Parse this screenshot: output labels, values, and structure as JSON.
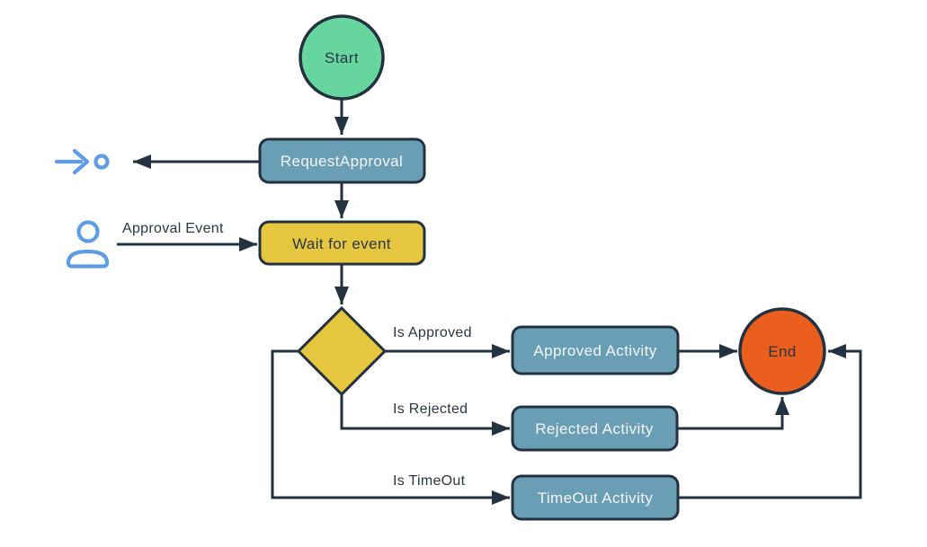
{
  "diagram": {
    "type": "flowchart",
    "description": "Approval workflow state machine",
    "colors": {
      "background": "#ffffff",
      "stroke_dark": "#243140",
      "text_dark": "#2a3644",
      "text_light": "#f2f6f7",
      "node_green": "#66d59e",
      "node_blue": "#6a9eb5",
      "node_yellow": "#e6c63f",
      "node_orange": "#eb5f1e",
      "icon_blue": "#5e9ce4"
    },
    "nodes": {
      "start": {
        "label": "Start",
        "shape": "circle"
      },
      "request_approval": {
        "label": "RequestApproval",
        "shape": "rounded-rect"
      },
      "wait_for_event": {
        "label": "Wait for event",
        "shape": "rounded-rect"
      },
      "decision": {
        "label": "",
        "shape": "diamond"
      },
      "approved_activity": {
        "label": "Approved Activity",
        "shape": "rounded-rect"
      },
      "rejected_activity": {
        "label": "Rejected Activity",
        "shape": "rounded-rect"
      },
      "timeout_activity": {
        "label": "TimeOut Activity",
        "shape": "rounded-rect"
      },
      "end": {
        "label": "End",
        "shape": "circle"
      }
    },
    "edge_labels": {
      "approval_event": "Approval Event",
      "is_approved": "Is Approved",
      "is_rejected": "Is Rejected",
      "is_timeout": "Is TimeOut"
    },
    "icons": {
      "send_event": "send-event-icon",
      "user": "user-icon"
    }
  }
}
